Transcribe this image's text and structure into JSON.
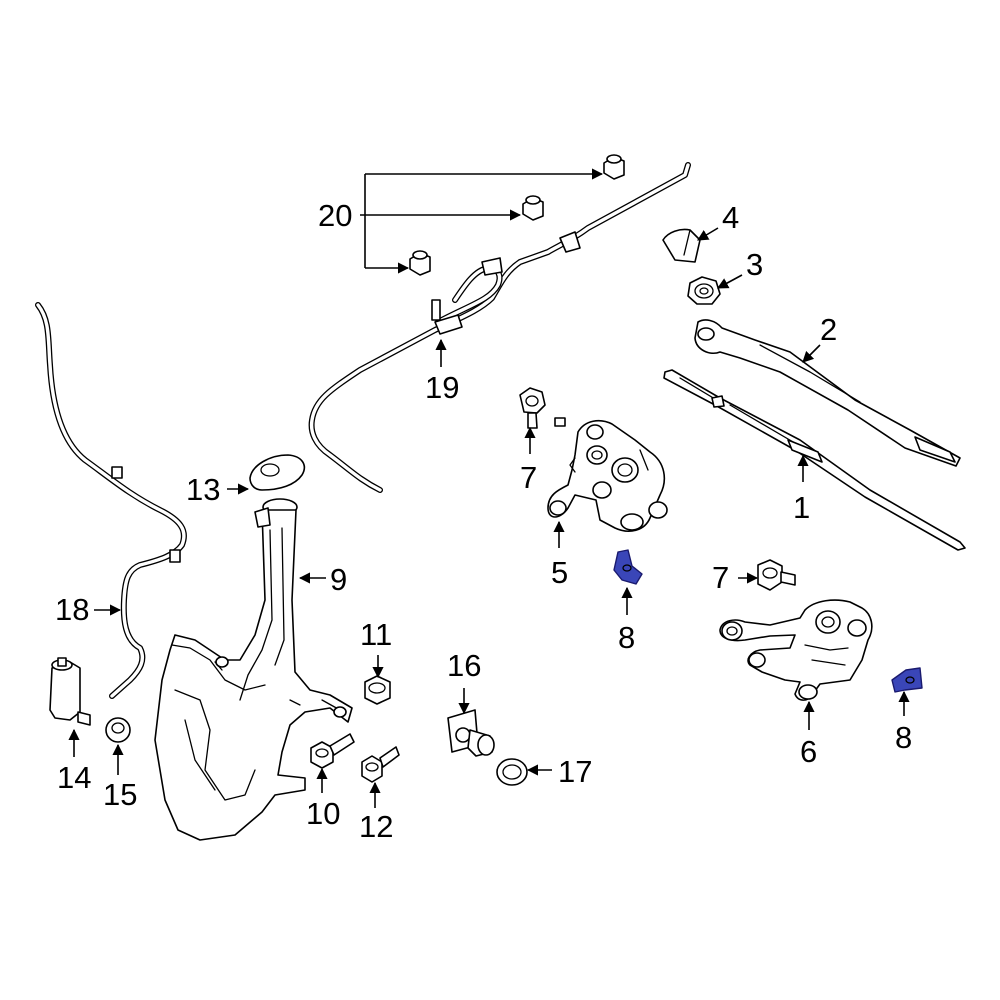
{
  "highlight_color": "#3a46b8",
  "callouts": {
    "c1": "1",
    "c2": "2",
    "c3": "3",
    "c4": "4",
    "c5": "5",
    "c6": "6",
    "c7a": "7",
    "c7b": "7",
    "c8a": "8",
    "c8b": "8",
    "c9": "9",
    "c10": "10",
    "c11": "11",
    "c12": "12",
    "c13": "13",
    "c14": "14",
    "c15": "15",
    "c16": "16",
    "c17": "17",
    "c18": "18",
    "c19": "19",
    "c20": "20"
  }
}
